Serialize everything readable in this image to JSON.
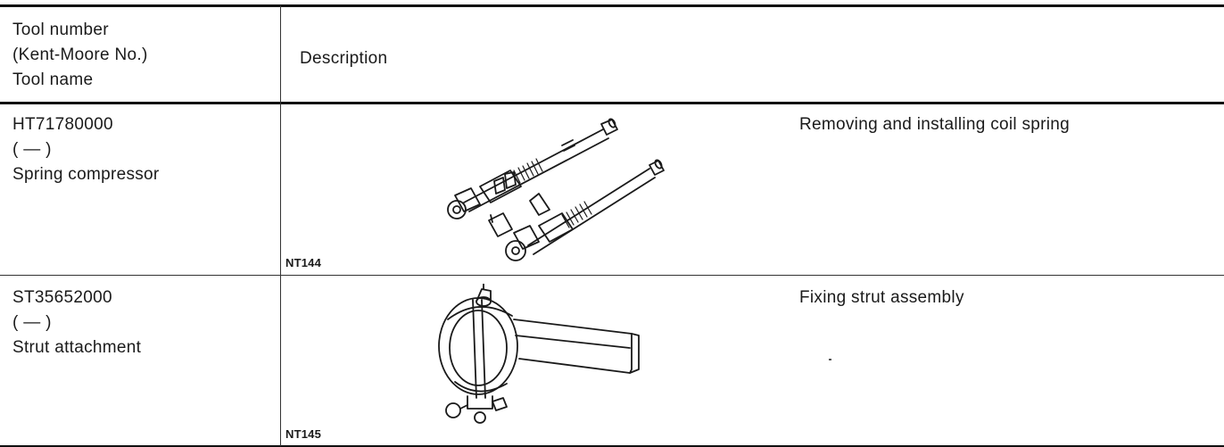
{
  "header": {
    "tool_lines": [
      "Tool number",
      "(Kent-Moore No.)",
      "Tool name"
    ],
    "description": "Description"
  },
  "rows": [
    {
      "tool_number": "HT71780000",
      "kent_moore": "(  —  )",
      "tool_name": "Spring compressor",
      "figure_code": "NT144",
      "description": "Removing and installing coil spring",
      "illustration_icon": "spring-compressor-icon"
    },
    {
      "tool_number": "ST35652000",
      "kent_moore": "(  —  )",
      "tool_name": "Strut attachment",
      "figure_code": "NT145",
      "description": "Fixing strut assembly",
      "illustration_icon": "strut-attachment-icon"
    }
  ],
  "colors": {
    "ink": "#1a1a1a",
    "rule": "#111111",
    "paper": "#ffffff"
  }
}
